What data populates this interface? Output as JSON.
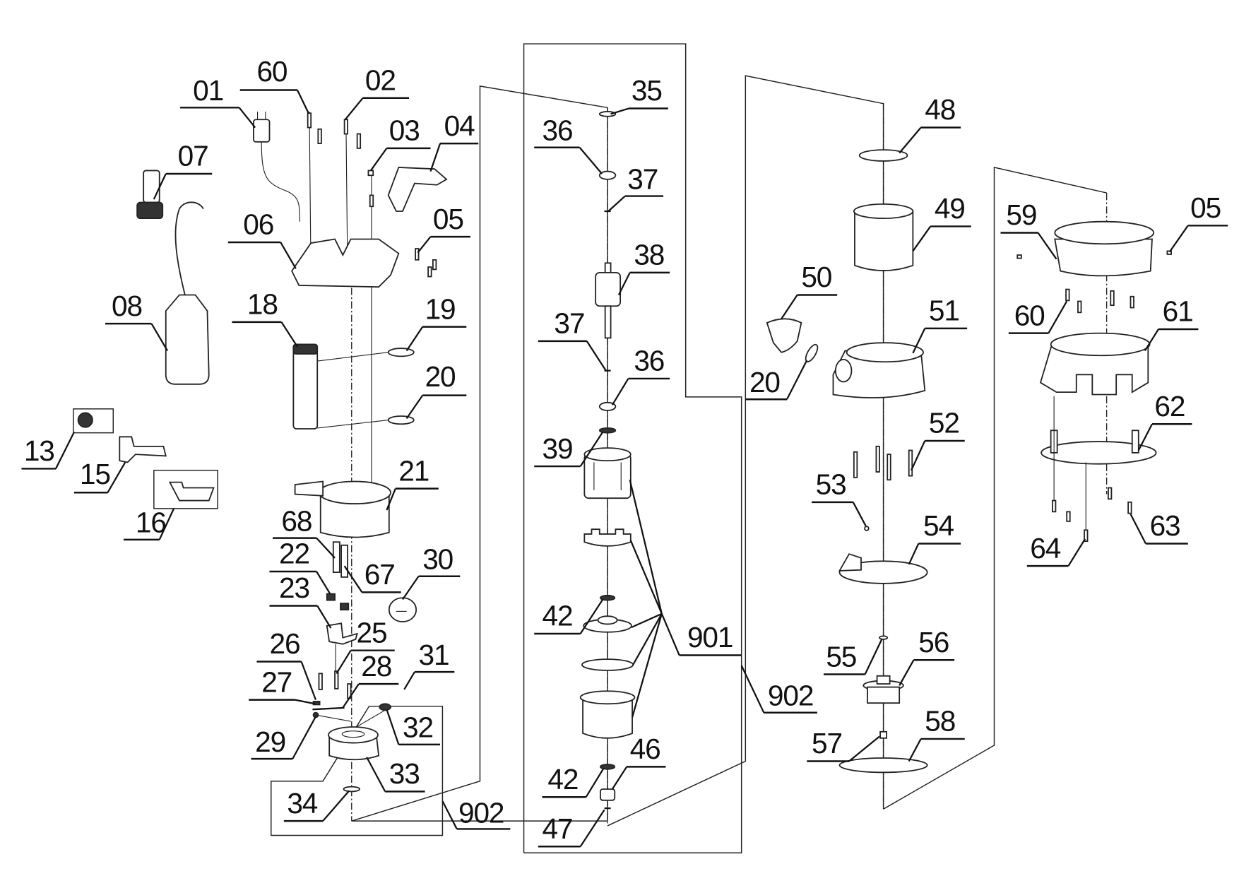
{
  "diagram": {
    "type": "exploded-parts-view",
    "labels": [
      {
        "id": "L01",
        "text": "01"
      },
      {
        "id": "L60a",
        "text": "60"
      },
      {
        "id": "L02",
        "text": "02"
      },
      {
        "id": "L03",
        "text": "03"
      },
      {
        "id": "L04",
        "text": "04"
      },
      {
        "id": "L07",
        "text": "07"
      },
      {
        "id": "L06",
        "text": "06"
      },
      {
        "id": "L05a",
        "text": "05"
      },
      {
        "id": "L08",
        "text": "08"
      },
      {
        "id": "L18",
        "text": "18"
      },
      {
        "id": "L19",
        "text": "19"
      },
      {
        "id": "L20a",
        "text": "20"
      },
      {
        "id": "L13",
        "text": "13"
      },
      {
        "id": "L15",
        "text": "15"
      },
      {
        "id": "L16",
        "text": "16"
      },
      {
        "id": "L21",
        "text": "21"
      },
      {
        "id": "L68",
        "text": "68"
      },
      {
        "id": "L22",
        "text": "22"
      },
      {
        "id": "L67",
        "text": "67"
      },
      {
        "id": "L30",
        "text": "30"
      },
      {
        "id": "L23",
        "text": "23"
      },
      {
        "id": "L25",
        "text": "25"
      },
      {
        "id": "L26",
        "text": "26"
      },
      {
        "id": "L28",
        "text": "28"
      },
      {
        "id": "L31",
        "text": "31"
      },
      {
        "id": "L27",
        "text": "27"
      },
      {
        "id": "L32",
        "text": "32"
      },
      {
        "id": "L29",
        "text": "29"
      },
      {
        "id": "L33",
        "text": "33"
      },
      {
        "id": "L34",
        "text": "34"
      },
      {
        "id": "L902a",
        "text": "902"
      },
      {
        "id": "L35",
        "text": "35"
      },
      {
        "id": "L36a",
        "text": "36"
      },
      {
        "id": "L37a",
        "text": "37"
      },
      {
        "id": "L38",
        "text": "38"
      },
      {
        "id": "L37b",
        "text": "37"
      },
      {
        "id": "L36b",
        "text": "36"
      },
      {
        "id": "L39",
        "text": "39"
      },
      {
        "id": "L42a",
        "text": "42"
      },
      {
        "id": "L901",
        "text": "901"
      },
      {
        "id": "L42b",
        "text": "42"
      },
      {
        "id": "L46",
        "text": "46"
      },
      {
        "id": "L47",
        "text": "47"
      },
      {
        "id": "L902b",
        "text": "902"
      },
      {
        "id": "L48",
        "text": "48"
      },
      {
        "id": "L49",
        "text": "49"
      },
      {
        "id": "L50",
        "text": "50"
      },
      {
        "id": "L51",
        "text": "51"
      },
      {
        "id": "L20b",
        "text": "20"
      },
      {
        "id": "L52",
        "text": "52"
      },
      {
        "id": "L53",
        "text": "53"
      },
      {
        "id": "L54",
        "text": "54"
      },
      {
        "id": "L55",
        "text": "55"
      },
      {
        "id": "L56",
        "text": "56"
      },
      {
        "id": "L57",
        "text": "57"
      },
      {
        "id": "L58",
        "text": "58"
      },
      {
        "id": "L59",
        "text": "59"
      },
      {
        "id": "L05b",
        "text": "05"
      },
      {
        "id": "L60b",
        "text": "60"
      },
      {
        "id": "L61",
        "text": "61"
      },
      {
        "id": "L62",
        "text": "62"
      },
      {
        "id": "L63",
        "text": "63"
      },
      {
        "id": "L64",
        "text": "64"
      }
    ]
  }
}
